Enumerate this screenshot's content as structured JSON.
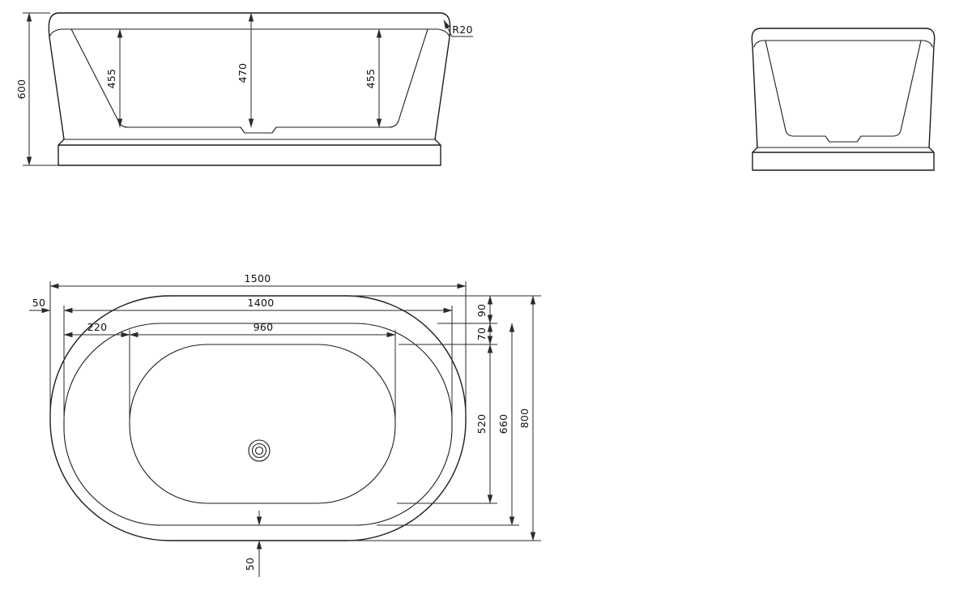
{
  "dims": {
    "front": {
      "overall_height": "600",
      "inner_depth_left": "455",
      "inner_depth_center": "470",
      "inner_depth_right": "455",
      "rim_radius": "R20"
    },
    "plan": {
      "overall_length": "1500",
      "inner_length": "1400",
      "left_end_offset": "50",
      "basin_left_offset": "220",
      "basin_length": "960",
      "top_edge_gap": "90",
      "top_ledge": "70",
      "basin_width": "520",
      "inner_width": "660",
      "overall_width": "800",
      "bottom_edge_gap": "50"
    }
  }
}
